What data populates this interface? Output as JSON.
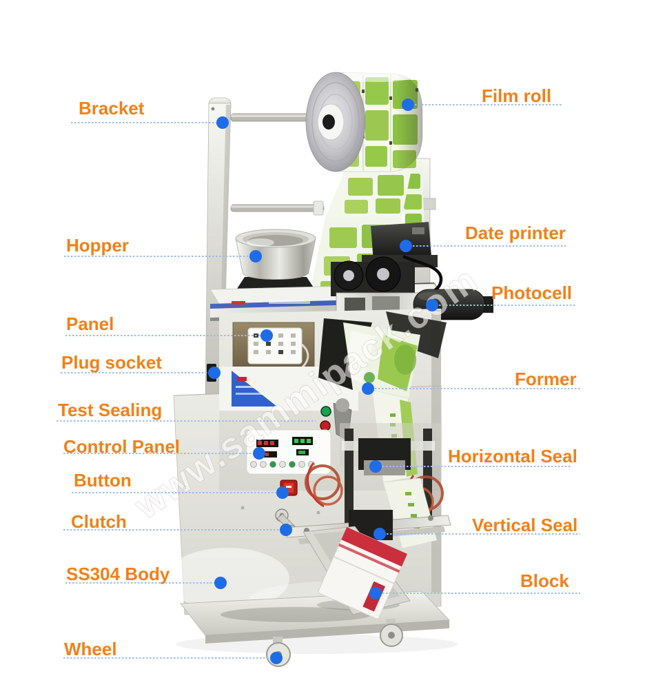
{
  "watermark": {
    "text": "www.sammipack.com"
  },
  "labels": {
    "left": [
      {
        "text": "Bracket"
      },
      {
        "text": "Hopper"
      },
      {
        "text": "Panel"
      },
      {
        "text": "Plug socket"
      },
      {
        "text": "Test Sealing"
      },
      {
        "text": "Control Panel"
      },
      {
        "text": "Button"
      },
      {
        "text": "Clutch"
      },
      {
        "text": "SS304 Body"
      },
      {
        "text": "Wheel"
      }
    ],
    "right": [
      {
        "text": "Film roll"
      },
      {
        "text": "Date printer"
      },
      {
        "text": "Photocell"
      },
      {
        "text": "Former"
      },
      {
        "text": "Horizontal Seal"
      },
      {
        "text": "Vertical Seal"
      },
      {
        "text": "Block"
      }
    ]
  },
  "colors": {
    "label_text": "#f28018",
    "leader_line": "#9fbbe9",
    "callout_dot": "#1e6ce8",
    "film_green": "#96c84a",
    "body_steel": "#d9d9d2",
    "background": "#ffffff"
  }
}
